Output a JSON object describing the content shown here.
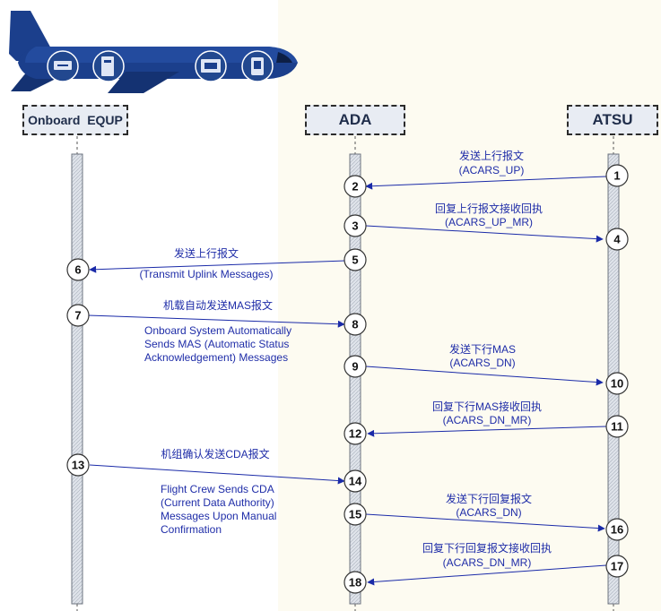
{
  "participants": {
    "onboard": "Onboard  EQUP",
    "ada": "ADA",
    "atsu": "ATSU"
  },
  "steps": {
    "s1": "1",
    "s2": "2",
    "s3": "3",
    "s4": "4",
    "s5": "5",
    "s6": "6",
    "s7": "7",
    "s8": "8",
    "s9": "9",
    "s10": "10",
    "s11": "11",
    "s12": "12",
    "s13": "13",
    "s14": "14",
    "s15": "15",
    "s16": "16",
    "s17": "17",
    "s18": "18"
  },
  "messages": {
    "m1a": "发送上行报文",
    "m1b": "(ACARS_UP)",
    "m2a": "回复上行报文接收回执",
    "m2b": "(ACARS_UP_MR)",
    "m3a": "发送上行报文",
    "m3b": "(Transmit Uplink Messages)",
    "m4a": "机载自动发送MAS报文",
    "m4b": "Onboard System Automatically",
    "m4c": "Sends MAS (Automatic Status",
    "m4d": "Acknowledgement) Messages",
    "m5a": "发送下行MAS",
    "m5b": "(ACARS_DN)",
    "m6a": "回复下行MAS接收回执",
    "m6b": "(ACARS_DN_MR)",
    "m7a": "机组确认发送CDA报文",
    "m7b": "Flight Crew Sends CDA",
    "m7c": "(Current Data Authority)",
    "m7d": "Messages Upon Manual",
    "m7e": "Confirmation",
    "m8a": "发送下行回复报文",
    "m8b": "(ACARS_DN)",
    "m9a": "回复下行回复报文接收回执",
    "m9b": "(ACARS_DN_MR)"
  },
  "colors": {
    "arrow": "#1a2aa8",
    "airplane": "#1b3f8c",
    "lifeline": "#d8dde6"
  },
  "icons": [
    "airplane-icon",
    "printer-icon",
    "terminal-icon",
    "display-icon",
    "tablet-icon"
  ]
}
